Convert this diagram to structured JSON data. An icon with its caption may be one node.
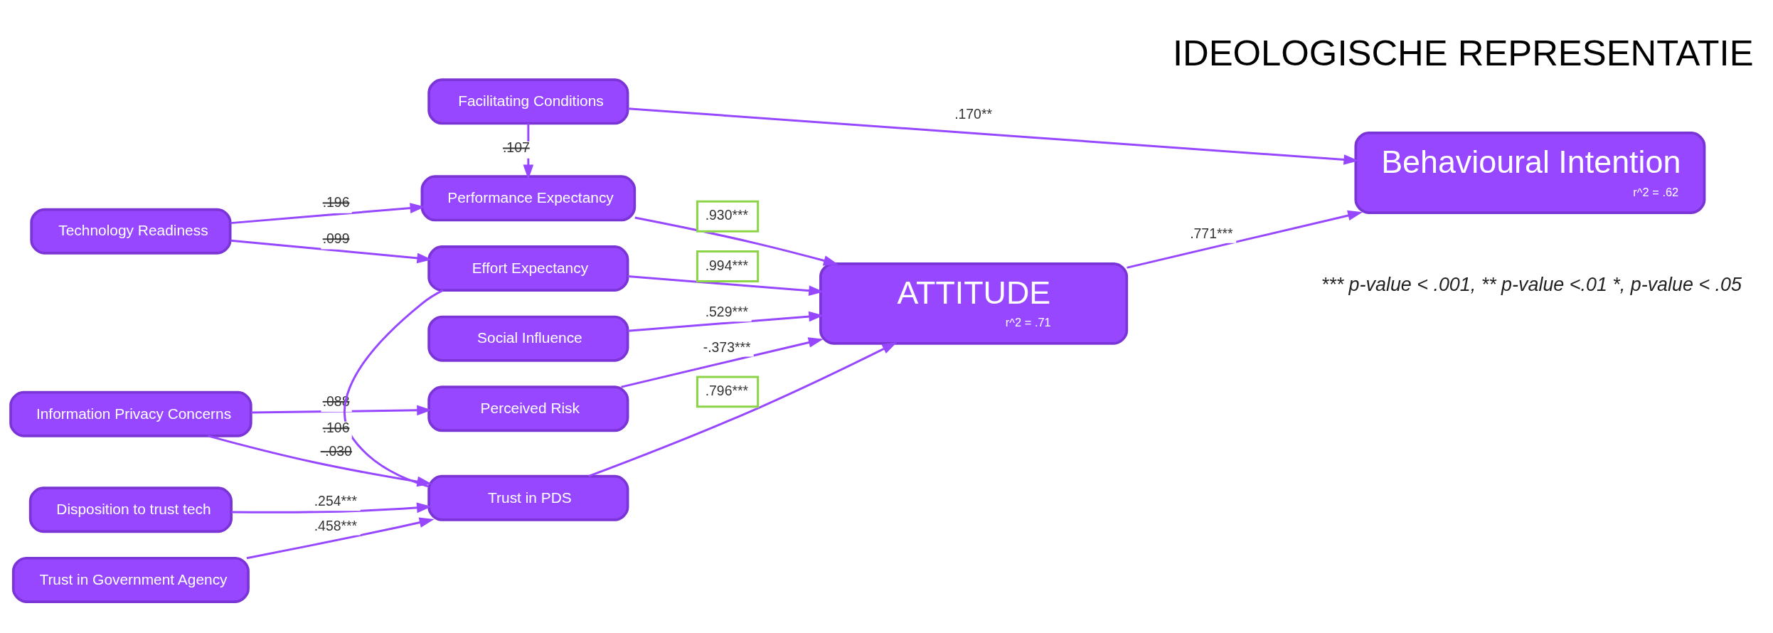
{
  "diagram": {
    "title": "IDEOLOGISCHE REPRESENTATIE",
    "nodes": [
      {
        "text": [
          "Technology Readiness"
        ]
      },
      {
        "text": [
          "Information Privacy Concerns"
        ]
      },
      {
        "text": [
          "Disposition to trust tech"
        ]
      },
      {
        "text": [
          "Trust in Government Agency"
        ]
      },
      {
        "text": [
          "Performance Expectancy"
        ]
      },
      {
        "text": [
          "Effort Expectancy"
        ]
      },
      {
        "text": [
          "Social Influence"
        ]
      },
      {
        "text": [
          "Facilitating Conditions"
        ]
      },
      {
        "text": [
          "Perceived Risk"
        ]
      },
      {
        "text": [
          "Trust in PDS"
        ]
      },
      {
        "text": [
          "ATTITUDE",
          "r^2 = .71"
        ]
      },
      {
        "text": [
          "Behavioural Intention",
          "r^2 = .62"
        ]
      }
    ],
    "edges": [
      {
        "from": 0,
        "to": 4,
        "arrow": "to",
        "label": ".196"
      },
      {
        "from": 0,
        "to": 5,
        "arrow": "to",
        "label": ".099"
      },
      {
        "from": 7,
        "to": 4,
        "arrow": "to",
        "label": ".107"
      },
      {
        "from": 9,
        "to": 5,
        "arrow": "none",
        "label": ".106"
      },
      {
        "from": 4,
        "to": 10,
        "arrow": "to",
        "label": ".930***"
      },
      {
        "from": 5,
        "to": 10,
        "arrow": "to",
        "label": ".994***"
      },
      {
        "from": 6,
        "to": 10,
        "arrow": "to",
        "label": ".529***"
      },
      {
        "from": 8,
        "to": 10,
        "arrow": "to",
        "label": "-.373***"
      },
      {
        "from": 9,
        "to": 10,
        "arrow": "to",
        "label": ".796***"
      },
      {
        "from": 7,
        "to": 11,
        "arrow": "to",
        "label": ".170**"
      },
      {
        "from": 10,
        "to": 11,
        "arrow": "to",
        "label": ".771***"
      },
      {
        "from": 1,
        "to": 8,
        "arrow": "to",
        "label": ".088"
      },
      {
        "from": 1,
        "to": 9,
        "arrow": "to",
        "label": "-.030"
      },
      {
        "from": 2,
        "to": 9,
        "arrow": "to",
        "label": ".254***"
      },
      {
        "from": 3,
        "to": 9,
        "arrow": "to",
        "label": ".458***"
      }
    ],
    "labels": [
      "*** p-value < .001, ** p-value <.01 *, p-value < .05"
    ]
  }
}
